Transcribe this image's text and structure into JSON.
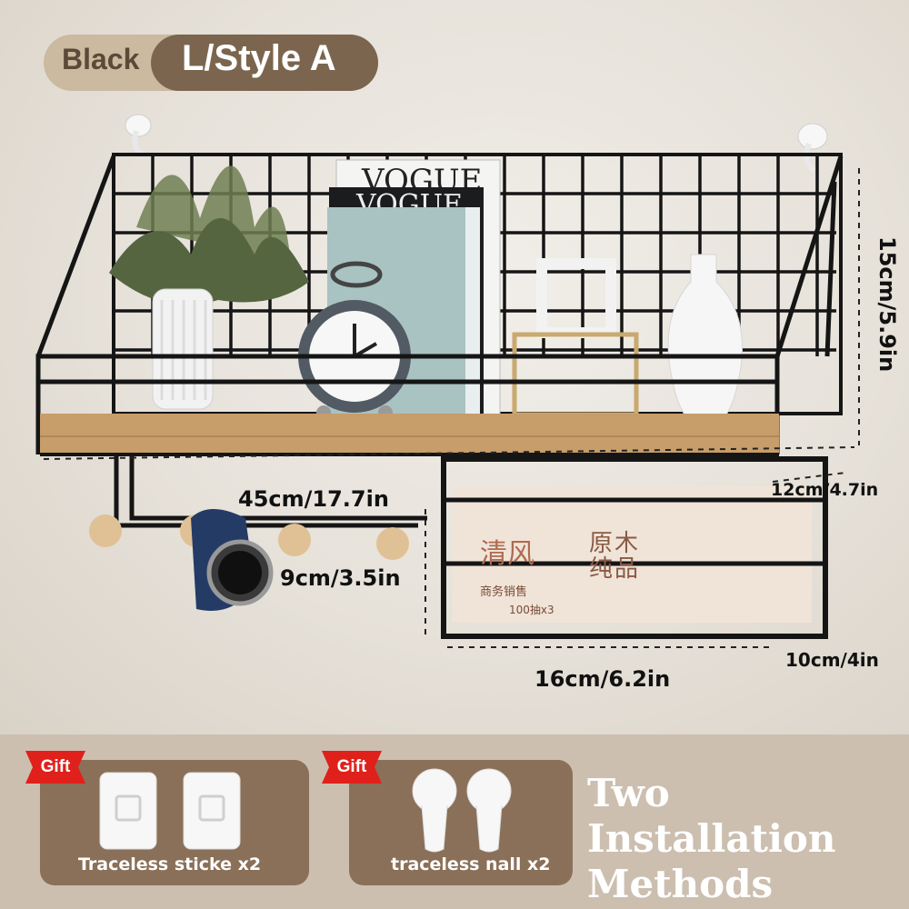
{
  "header": {
    "color_label": "Black",
    "style_label": "L/Style A"
  },
  "dimensions": {
    "height": "15cm/5.9in",
    "width": "45cm/17.7in",
    "box_depth": "12cm/4.7in",
    "hook_rail": "9cm/3.5in",
    "box_width": "16cm/6.2in",
    "box_height": "10cm/4in"
  },
  "tissue_print": {
    "brand": "清风",
    "mark": "原木纯品",
    "sub": "商务销售",
    "count": "100抽x3"
  },
  "gifts": [
    {
      "badge": "Gift",
      "label": "Traceless sticke x2"
    },
    {
      "badge": "Gift",
      "label": "traceless nall x2"
    }
  ],
  "installation": {
    "line1": "Two Installation",
    "line2": "Methods"
  },
  "colors": {
    "pill_light": "#cbb9a0",
    "pill_dark": "#7b654e",
    "gift_box": "#8a7058",
    "bottom_band": "#ccbfaf",
    "badge_red": "#e0201a"
  }
}
